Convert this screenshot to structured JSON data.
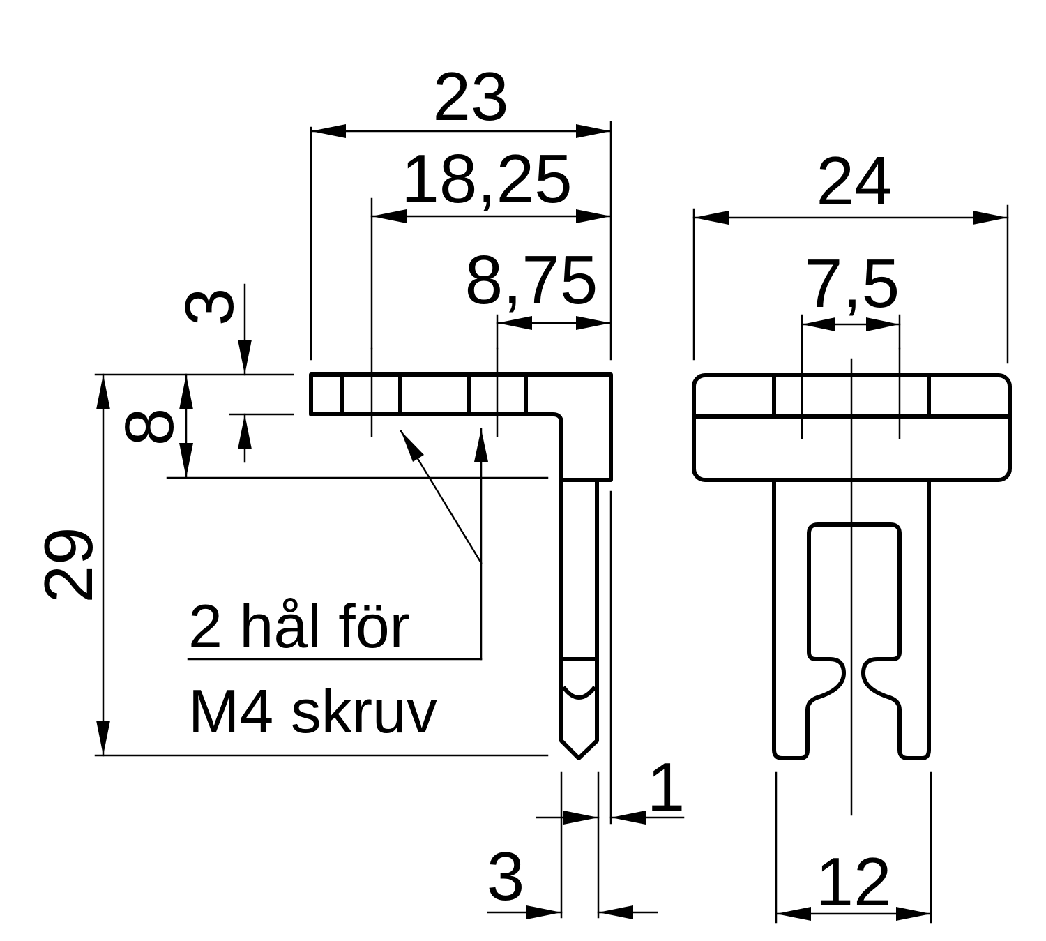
{
  "dimensions": {
    "d23": "23",
    "d18_25": "18,25",
    "d8_75": "8,75",
    "d3_top": "3",
    "d8": "8",
    "d29": "29",
    "d24": "24",
    "d7_5": "7,5",
    "d1": "1",
    "d3_bottom": "3",
    "d12": "12"
  },
  "note": {
    "line1": "2 hål för",
    "line2": "M4 skruv"
  }
}
